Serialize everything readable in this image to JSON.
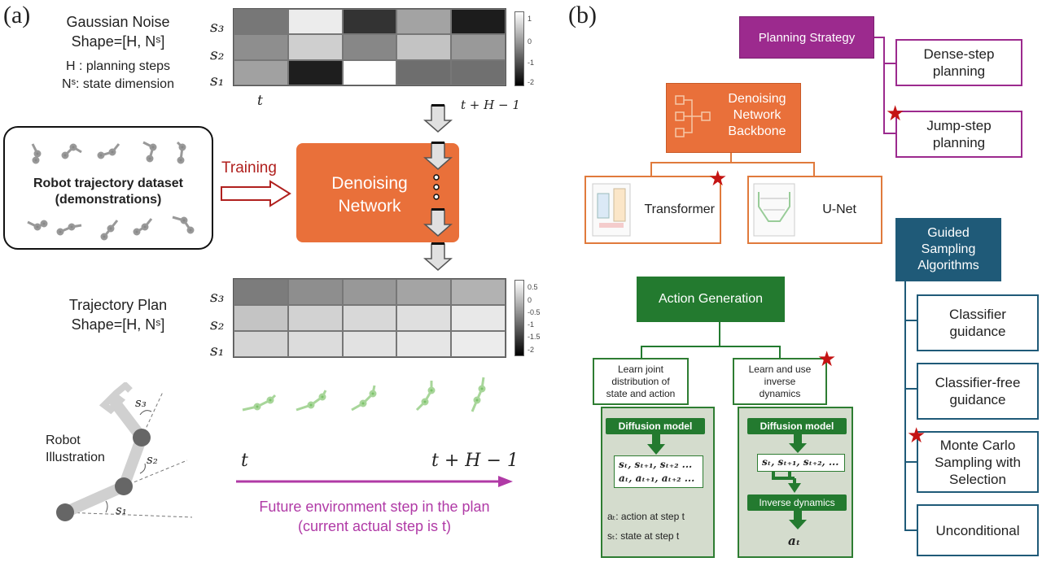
{
  "panel_a": {
    "label": "(a)",
    "noise_title": "Gaussian Noise",
    "noise_shape": "Shape=[H, Nˢ]",
    "noise_h": "H : planning steps",
    "noise_ns": "Nˢ: state dimension",
    "noise_rows": [
      "s₃",
      "s₂",
      "s₁"
    ],
    "noise_t": "t",
    "noise_tend": "t + H − 1",
    "noise_cbar": [
      "1",
      "0",
      "-1",
      "-2"
    ],
    "noise_grid": [
      [
        "#777777",
        "#ececec",
        "#333333",
        "#a3a3a3",
        "#1c1c1c"
      ],
      [
        "#8e8e8e",
        "#cfcfcf",
        "#878787",
        "#c3c3c3",
        "#999999"
      ],
      [
        "#a1a1a1",
        "#1e1e1e",
        "#ffffff",
        "#6e6e6e",
        "#707070"
      ]
    ],
    "dataset_line1": "Robot trajectory dataset",
    "dataset_line2": "(demonstrations)",
    "training": "Training",
    "denoise_line1": "Denoising",
    "denoise_line2": "Network",
    "plan_title": "Trajectory Plan",
    "plan_shape": "Shape=[H, Nˢ]",
    "plan_rows": [
      "s₃",
      "s₂",
      "s₁"
    ],
    "plan_cbar": [
      "0.5",
      "0",
      "-0.5",
      "-1",
      "-1.5",
      "-2"
    ],
    "plan_grid": [
      [
        "#7c7c7c",
        "#8e8e8e",
        "#989898",
        "#a4a4a4",
        "#b2b2b2"
      ],
      [
        "#c4c4c4",
        "#d2d2d2",
        "#d8d8d8",
        "#dfdfdf",
        "#e8e8e8"
      ],
      [
        "#d4d4d4",
        "#dcdcdc",
        "#e2e2e2",
        "#e6e6e6",
        "#ececec"
      ]
    ],
    "robot_label1": "Robot",
    "robot_label2": "Illustration",
    "angles": [
      "s₃",
      "s₂",
      "s₁"
    ],
    "axis_t": "t",
    "axis_tend": "t + H − 1",
    "future1": "Future environment step in the plan",
    "future2": "(current actual step is t)"
  },
  "panel_b": {
    "label": "(b)",
    "planning_strategy": "Planning Strategy",
    "dense1": "Dense-step",
    "dense2": "planning",
    "jump1": "Jump-step",
    "jump2": "planning",
    "backbone1": "Denoising",
    "backbone2": "Network",
    "backbone3": "Backbone",
    "transformer": "Transformer",
    "unet": "U-Net",
    "guided1": "Guided",
    "guided2": "Sampling",
    "guided3": "Algorithms",
    "cls1": "Classifier",
    "cls2": "guidance",
    "cf1": "Classifier-free",
    "cf2": "guidance",
    "mc1": "Monte Carlo",
    "mc2": "Sampling with",
    "mc3": "Selection",
    "uncond": "Unconditional",
    "action_gen": "Action Generation",
    "joint1": "Learn joint",
    "joint2": "distribution of",
    "joint3": "state and action",
    "inv1": "Learn and use",
    "inv2": "inverse",
    "inv3": "dynamics",
    "diffusion1": "Diffusion model",
    "diffusion2": "Diffusion model",
    "seq_s": "sₜ, sₜ₊₁, sₜ₊₂ ...",
    "seq_a": "aₜ, aₜ₊₁, aₜ₊₂ ...",
    "seq_s2": "sₜ, sₜ₊₁, sₜ₊₂, ...",
    "inverse_dyn": "Inverse dynamics",
    "a_def": "aₜ: action at step t",
    "s_def": "sₜ: state at step t",
    "a_out": "aₜ"
  },
  "colors": {
    "purple": "#9c2a8e",
    "orange": "#e9703a",
    "green": "#237a2f",
    "teal": "#1f5a78",
    "star": "#c41414",
    "training": "#b0201e"
  }
}
